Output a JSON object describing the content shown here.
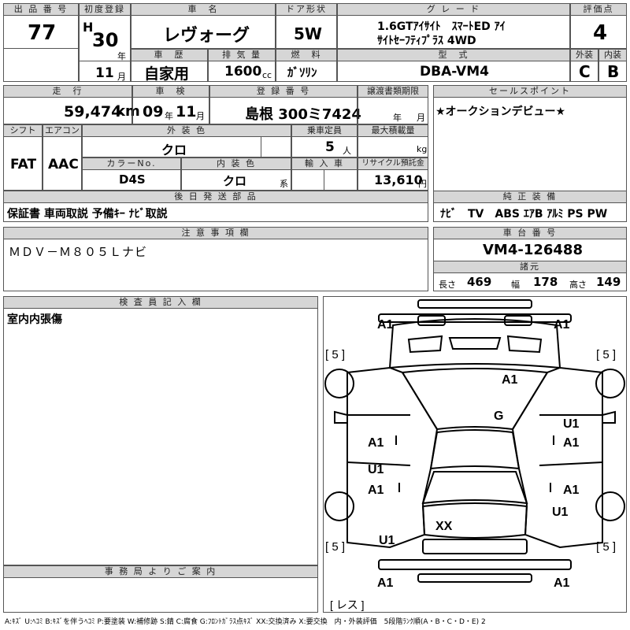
{
  "labels": {
    "lot_no": "出 品 番 号",
    "first_reg": "初度登録",
    "car_name": "車　名",
    "door": "ドア形状",
    "grade": "グ レ ー ド",
    "rating": "評価点",
    "history": "車　歴",
    "displacement": "排 気 量",
    "fuel": "燃　料",
    "model": "型　式",
    "exterior": "外装",
    "interior": "内装",
    "mileage": "走　行",
    "inspection": "車　検",
    "plate": "登 録 番 号",
    "transfer_deadline": "譲渡書類期限",
    "sales_point": "セールスポイント",
    "shift": "シフト",
    "aircon": "エアコン",
    "color": "外 装 色",
    "capacity": "乗車定員",
    "max_load": "最大積載量",
    "color_no": "カラーNo.",
    "interior_color": "内 装 色",
    "import": "輸 入 車",
    "recycle": "リサイクル預託金",
    "later_items": "後 日 発 送 部 品",
    "equipment": "純 正 装 備",
    "notes": "注 意 事 項 欄",
    "chassis_no": "車 台 番 号",
    "specs": "諸元",
    "inspector_notes": "検 査 員 記 入 欄",
    "office_notice": "事 務 局 よ り ご 案 内",
    "length": "長さ",
    "width": "幅",
    "height": "高さ"
  },
  "units": {
    "year": "年",
    "month": "月",
    "cc": "cc",
    "km": "km",
    "person": "人",
    "kg": "kg",
    "yen": "円",
    "sei": "系"
  },
  "values": {
    "lot_no": "77",
    "era": "H",
    "reg_year": "30",
    "reg_month": "11",
    "car_name": "レヴォーグ",
    "door": "5W",
    "grade_line1": "1.6GTｱｲｻｲﾄ　ｽﾏｰﾄED ｱｲ",
    "grade_line2": "ｻｲﾄｾｰﾌﾃｨﾌﾟﾗｽ 4WD",
    "rating": "4",
    "history": "自家用",
    "displacement": "1600",
    "fuel": "ｶﾞｿﾘﾝ",
    "model": "DBA-VM4",
    "exterior": "C",
    "interior": "B",
    "mileage": "59,474",
    "insp_year": "09",
    "insp_month": "11",
    "plate": "島根 300ミ7424",
    "deadline_year": "年",
    "deadline_month": "月",
    "sales_point": "★オークションデビュー★",
    "shift": "FAT",
    "aircon": "AAC",
    "color": "クロ",
    "capacity": "5",
    "color_no": "D4S",
    "interior_color": "クロ",
    "recycle": "13,610",
    "later_items": "保証書 車両取説 予備ｷｰ ﾅﾋﾞ取説",
    "equipment": "ﾅﾋﾞ　TV　ABS ｴｱB ｱﾙﾐ PS PW",
    "notes": "ＭＤＶ－Ｍ８０５Ｌナビ",
    "chassis_no": "VM4-126488",
    "length": "469",
    "width": "178",
    "height": "149",
    "inspector_notes": "室内内張傷"
  },
  "diagram": {
    "tire_left_front": "[ 5 ]",
    "tire_right_front": "[ 5 ]",
    "tire_left_rear": "[ 5 ]",
    "tire_right_rear": "[ 5 ]",
    "spare": "[ レス ]",
    "marks": {
      "front_bumper_left": "A1",
      "front_bumper_right": "A1",
      "hood": "A1",
      "windshield": "G",
      "left_front_door": "A1",
      "left_rear_upper": "U1",
      "left_rear_door": "A1",
      "right_front_door_upper": "U1",
      "right_front_door": "A1",
      "right_rear_door": "A1",
      "right_rear_fender": "U1",
      "roof_rear": "XX",
      "left_quarter": "U1",
      "rear_bumper_left": "A1",
      "rear_bumper_right": "A1"
    }
  },
  "legend": "A:ｷｽﾞ U:ﾍｺﾐ B:ｷｽﾞを伴うﾍｺﾐ P:要塗装 W:補修跡 S:錆 C:腐食 G:ﾌﾛﾝﾄｶﾞﾗｽ点ｷｽﾞ XX:交換済み X:要交換　内・外装評価　5段階ﾗﾝｸ順(A・B・C・D・E) 2"
}
